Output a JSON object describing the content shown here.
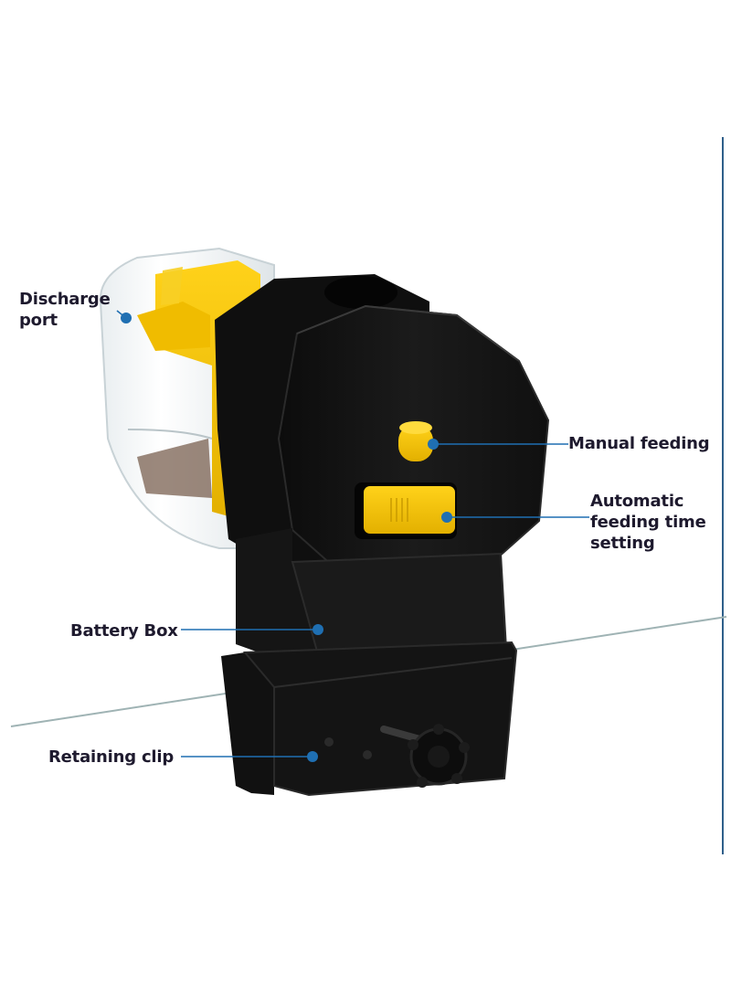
{
  "callouts": {
    "discharge_port": {
      "line1": "Discharge",
      "line2": "port"
    },
    "manual_feeding": {
      "text": "Manual feeding"
    },
    "automatic_feeding": {
      "line1": "Automatic",
      "line2": "feeding time",
      "line3": "setting"
    },
    "battery_box": {
      "text": "Battery Box"
    },
    "retaining_clip": {
      "text": "Retaining clip"
    }
  },
  "colors": {
    "body": "#141414",
    "accent_yellow": "#f2c200",
    "callout_blue": "#1f6fb2",
    "text": "#1e1a2e",
    "edge_line": "#2f5f8a"
  },
  "icons": [
    "knob-icon"
  ]
}
